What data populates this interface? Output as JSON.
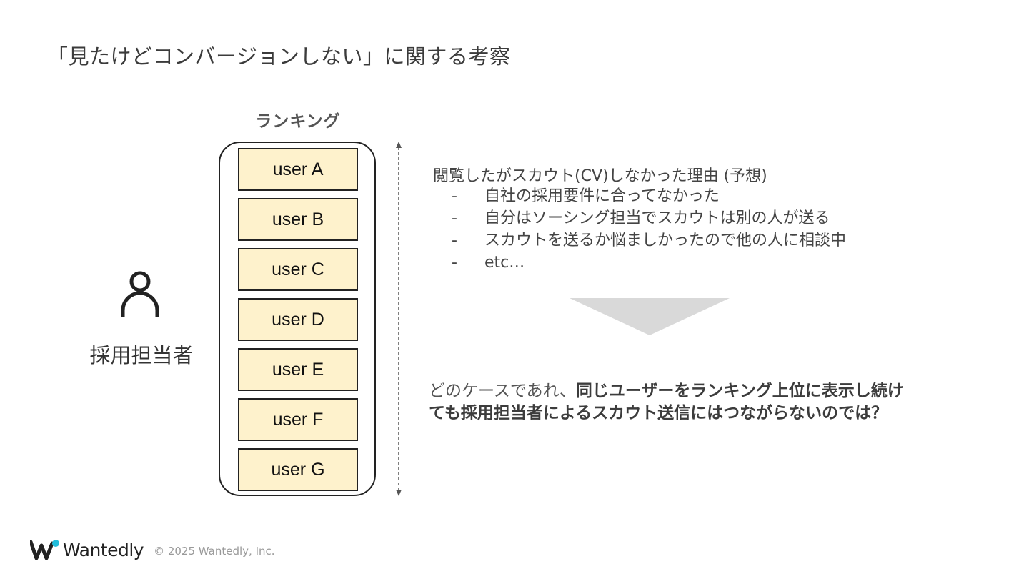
{
  "title": "「見たけどコンバージョンしない」に関する考察",
  "person": {
    "icon": "person-icon",
    "label": "採用担当者"
  },
  "ranking": {
    "title": "ランキング",
    "users": [
      "user A",
      "user B",
      "user C",
      "user D",
      "user E",
      "user F",
      "user G"
    ],
    "scroll_icon": "vertical-double-arrow-icon"
  },
  "reasons": {
    "heading": "閲覧したがスカウト(CV)しなかった理由 (予想)",
    "bullet": "-",
    "items": [
      "自社の採用要件に合ってなかった",
      "自分はソーシング担当でスカウトは別の人が送る",
      "スカウトを送るか悩ましかったので他の人に相談中",
      "etc…"
    ]
  },
  "transition_icon": "down-arrow-icon",
  "conclusion": {
    "plain": "どのケースであれ、",
    "bold": "同じユーザーをランキング上位に表示し続けても採用担当者によるスカウト送信にはつながらないのでは？"
  },
  "footer": {
    "brand": "Wantedly",
    "brand_icon": "wantedly-logo-icon",
    "copyright": "© 2025 Wantedly, Inc."
  },
  "colors": {
    "user_fill": "#fef2cc",
    "border": "#222222",
    "triangle": "#d9d9d9",
    "brand_accent": "#21bddb"
  }
}
